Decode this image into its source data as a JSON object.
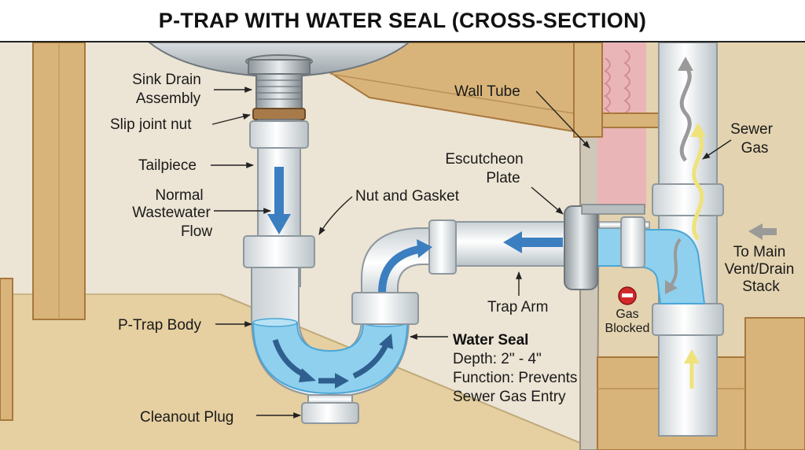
{
  "title": "P-TRAP WITH WATER SEAL (CROSS-SECTION)",
  "labels": {
    "sink_drain_line1": "Sink Drain",
    "sink_drain_line2": "Assembly",
    "slip_joint_nut": "Slip joint nut",
    "tailpiece": "Tailpiece",
    "normal_flow_line1": "Normal",
    "normal_flow_line2": "Wastewater",
    "normal_flow_line3": "Flow",
    "nut_gasket": "Nut and Gasket",
    "ptrap_body": "P-Trap Body",
    "cleanout_plug": "Cleanout Plug",
    "wall_tube": "Wall Tube",
    "escutcheon_line1": "Escutcheon",
    "escutcheon_line2": "Plate",
    "trap_arm": "Trap Arm",
    "water_seal_title": "Water Seal",
    "water_seal_depth": "Depth: 2\" - 4\"",
    "water_seal_function_line1": "Function: Prevents",
    "water_seal_function_line2": "Sewer Gas Entry",
    "gas_blocked_line1": "Gas",
    "gas_blocked_line2": "Blocked",
    "sewer_gas_line1": "Sewer",
    "sewer_gas_line2": "Gas",
    "main_vent_line1": "To Main",
    "main_vent_line2": "Vent/Drain",
    "main_vent_line3": "Stack"
  },
  "colors": {
    "wall": "#ece4d4",
    "floor": "#e6cfa0",
    "wood": "#d9b47a",
    "wood_dark": "#a8783c",
    "pipe": "#f4f6f7",
    "pipe_shade": "#c9d0d4",
    "water": "#8fd0ee",
    "water_dark": "#4aa6d6",
    "flow_arrow": "#3c7fc0",
    "gas_yellow": "#efe27a",
    "gas_gray": "#9a9a9a",
    "insulation": "#eab5b7",
    "blocked_red": "#d22a2a"
  }
}
